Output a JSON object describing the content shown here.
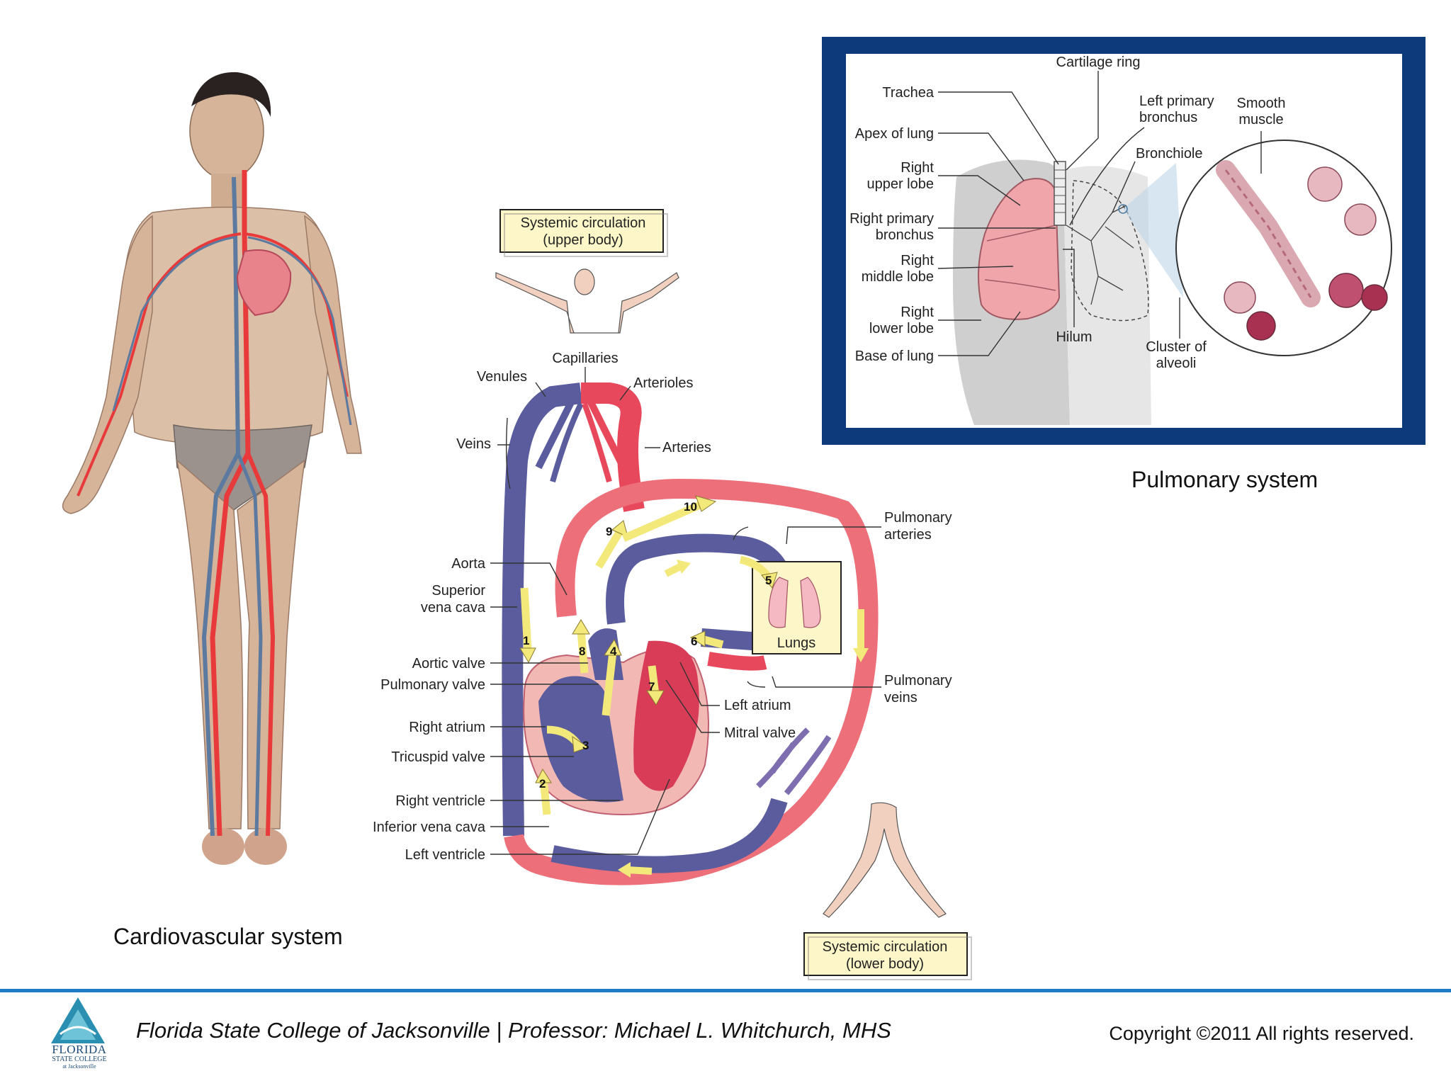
{
  "captions": {
    "cardiovascular": "Cardiovascular system",
    "pulmonary": "Pulmonary system"
  },
  "circulation": {
    "upper_box_line1": "Systemic circulation",
    "upper_box_line2": "(upper body)",
    "lower_box_line1": "Systemic circulation",
    "lower_box_line2": "(lower body)",
    "lungs_box": "Lungs",
    "labels": {
      "capillaries": "Capillaries",
      "venules": "Venules",
      "arterioles": "Arterioles",
      "veins": "Veins",
      "arteries": "Arteries",
      "aorta": "Aorta",
      "superior_vc_1": "Superior",
      "superior_vc_2": "vena cava",
      "aortic_valve": "Aortic valve",
      "pulmonary_valve": "Pulmonary valve",
      "right_atrium": "Right atrium",
      "tricuspid_valve": "Tricuspid valve",
      "right_ventricle": "Right ventricle",
      "inferior_vc": "Inferior vena cava",
      "left_ventricle": "Left ventricle",
      "left_atrium": "Left atrium",
      "mitral_valve": "Mitral valve",
      "pulmonary_arteries_1": "Pulmonary",
      "pulmonary_arteries_2": "arteries",
      "pulmonary_veins_1": "Pulmonary",
      "pulmonary_veins_2": "veins"
    },
    "flow_steps": [
      "1",
      "2",
      "3",
      "4",
      "5",
      "6",
      "7",
      "8",
      "9",
      "10"
    ]
  },
  "pulmonary": {
    "cartilage_ring": "Cartilage ring",
    "trachea": "Trachea",
    "apex_of_lung": "Apex of lung",
    "right_upper_lobe_1": "Right",
    "right_upper_lobe_2": "upper lobe",
    "right_primary_bronchus_1": "Right primary",
    "right_primary_bronchus_2": "bronchus",
    "right_middle_lobe_1": "Right",
    "right_middle_lobe_2": "middle lobe",
    "right_lower_lobe_1": "Right",
    "right_lower_lobe_2": "lower lobe",
    "base_of_lung": "Base of lung",
    "hilum": "Hilum",
    "left_primary_bronchus_1": "Left primary",
    "left_primary_bronchus_2": "bronchus",
    "smooth_muscle_1": "Smooth",
    "smooth_muscle_2": "muscle",
    "bronchiole": "Bronchiole",
    "cluster_alveoli_1": "Cluster of",
    "cluster_alveoli_2": "alveoli"
  },
  "footer": {
    "text": "Florida State College of Jacksonville  |  Professor: Michael L. Whitchurch, MHS",
    "copyright": "Copyright ©2011  All rights reserved.",
    "logo_line1": "FLORIDA",
    "logo_line2": "STATE COLLEGE",
    "logo_line3": "at Jacksonville"
  },
  "colors": {
    "artery_red": "#e8485c",
    "vein_blue": "#5a5c9e",
    "flow_arrow": "#f3e97a",
    "pulmonary_frame": "#0d3a7a",
    "footer_rule": "#1f7bc4"
  }
}
